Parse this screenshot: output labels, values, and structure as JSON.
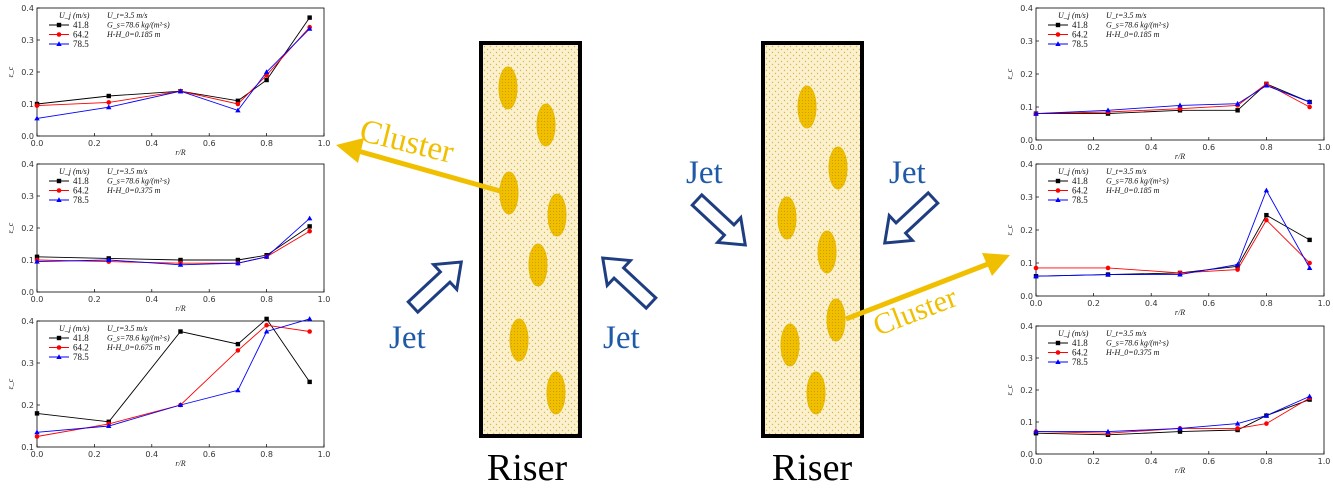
{
  "labels": {
    "riser_left": "Riser",
    "riser_right": "Riser",
    "cluster_left": "Cluster",
    "cluster_right": "Cluster",
    "jet_left_bottom_l": "Jet",
    "jet_left_bottom_r": "Jet",
    "jet_right_top_l": "Jet",
    "jet_right_top_r": "Jet"
  },
  "colors": {
    "arrow_gold": "#f0c000",
    "jet_blue": "#1e5aa8",
    "arrow_outline": "#1f3e82",
    "riser_fill": "#fbf1cf",
    "particle": "#f0c000",
    "series": [
      "#000000",
      "#ff0000",
      "#0000ff"
    ]
  },
  "chart_data": [
    {
      "type": "line",
      "panel": "left-top",
      "xlabel": "r/R",
      "ylabel": "ε_c",
      "xlim": [
        0.0,
        1.0
      ],
      "ylim": [
        0.0,
        0.4
      ],
      "xticks": [
        "0.0",
        "0.2",
        "0.4",
        "0.6",
        "0.8",
        "1.0"
      ],
      "yticks": [
        "0.0",
        "0.1",
        "0.2",
        "0.3",
        "0.4"
      ],
      "legend_title": "U_j (m/s)",
      "annotations": [
        "U_t=3.5 m/s",
        "G_s=78.6 kg/(m²·s)",
        "H-H_0=0.185 m"
      ],
      "x": [
        0.0,
        0.25,
        0.5,
        0.7,
        0.8,
        0.95
      ],
      "series": [
        {
          "name": "41.8",
          "values": [
            0.1,
            0.125,
            0.14,
            0.11,
            0.175,
            0.37
          ]
        },
        {
          "name": "64.2",
          "values": [
            0.095,
            0.105,
            0.14,
            0.1,
            0.19,
            0.34
          ]
        },
        {
          "name": "78.5",
          "values": [
            0.055,
            0.09,
            0.14,
            0.08,
            0.2,
            0.335
          ]
        }
      ]
    },
    {
      "type": "line",
      "panel": "left-middle",
      "xlabel": "r/R",
      "ylabel": "ε_c",
      "xlim": [
        0.0,
        1.0
      ],
      "ylim": [
        0.0,
        0.4
      ],
      "xticks": [
        "0.0",
        "0.2",
        "0.4",
        "0.6",
        "0.8",
        "1.0"
      ],
      "yticks": [
        "0.0",
        "0.1",
        "0.2",
        "0.3",
        "0.4"
      ],
      "legend_title": "U_j (m/s)",
      "annotations": [
        "U_t=3.5 m/s",
        "G_s=78.6 kg/(m²·s)",
        "H-H_0=0.375 m"
      ],
      "x": [
        0.0,
        0.25,
        0.5,
        0.7,
        0.8,
        0.95
      ],
      "series": [
        {
          "name": "41.8",
          "values": [
            0.11,
            0.105,
            0.1,
            0.1,
            0.115,
            0.205
          ]
        },
        {
          "name": "64.2",
          "values": [
            0.1,
            0.095,
            0.09,
            0.09,
            0.11,
            0.19
          ]
        },
        {
          "name": "78.5",
          "values": [
            0.095,
            0.1,
            0.085,
            0.09,
            0.11,
            0.23
          ]
        }
      ]
    },
    {
      "type": "line",
      "panel": "left-bottom",
      "xlabel": "r/R",
      "ylabel": "ε_c",
      "xlim": [
        0.0,
        1.0
      ],
      "ylim": [
        0.1,
        0.4
      ],
      "xticks": [
        "0.0",
        "0.2",
        "0.4",
        "0.6",
        "0.8",
        "1.0"
      ],
      "yticks": [
        "0.1",
        "0.2",
        "0.3",
        "0.4"
      ],
      "legend_title": "U_j (m/s)",
      "annotations": [
        "U_t=3.5 m/s",
        "G_s=78.6 kg/(m²·s)",
        "H-H_0=0.675 m"
      ],
      "x": [
        0.0,
        0.25,
        0.5,
        0.7,
        0.8,
        0.95
      ],
      "series": [
        {
          "name": "41.8",
          "values": [
            0.18,
            0.16,
            0.375,
            0.345,
            0.405,
            0.255
          ]
        },
        {
          "name": "64.2",
          "values": [
            0.125,
            0.155,
            0.2,
            0.33,
            0.39,
            0.375
          ]
        },
        {
          "name": "78.5",
          "values": [
            0.135,
            0.15,
            0.2,
            0.235,
            0.375,
            0.405
          ]
        }
      ]
    },
    {
      "type": "line",
      "panel": "right-top",
      "xlabel": "r/R",
      "ylabel": "ε_c",
      "xlim": [
        0.0,
        1.0
      ],
      "ylim": [
        0.0,
        0.4
      ],
      "xticks": [
        "0.0",
        "0.2",
        "0.4",
        "0.6",
        "0.8",
        "1.0"
      ],
      "yticks": [
        "0.0",
        "0.1",
        "0.2",
        "0.3",
        "0.4"
      ],
      "legend_title": "U_j (m/s)",
      "annotations": [
        "U_t=3.5 m/s",
        "G_s=78.6 kg/(m²·s)",
        "H-H_0=0.185 m"
      ],
      "x": [
        0.0,
        0.25,
        0.5,
        0.7,
        0.8,
        0.95
      ],
      "series": [
        {
          "name": "41.8",
          "values": [
            0.08,
            0.08,
            0.09,
            0.09,
            0.17,
            0.115
          ]
        },
        {
          "name": "64.2",
          "values": [
            0.08,
            0.085,
            0.095,
            0.105,
            0.17,
            0.1
          ]
        },
        {
          "name": "78.5",
          "values": [
            0.08,
            0.09,
            0.105,
            0.11,
            0.165,
            0.115
          ]
        }
      ]
    },
    {
      "type": "line",
      "panel": "right-middle",
      "xlabel": "r/R",
      "ylabel": "ε_c",
      "xlim": [
        0.0,
        1.0
      ],
      "ylim": [
        0.0,
        0.4
      ],
      "xticks": [
        "0.0",
        "0.2",
        "0.4",
        "0.6",
        "0.8",
        "1.0"
      ],
      "yticks": [
        "0.0",
        "0.1",
        "0.2",
        "0.3",
        "0.4"
      ],
      "legend_title": "U_j (m/s)",
      "annotations": [
        "U_t=3.5 m/s",
        "G_s=78.6 kg/(m²·s)",
        "H-H_0=0.185 m"
      ],
      "x": [
        0.0,
        0.25,
        0.5,
        0.7,
        0.8,
        0.95
      ],
      "series": [
        {
          "name": "41.8",
          "values": [
            0.06,
            0.065,
            0.07,
            0.09,
            0.245,
            0.17
          ]
        },
        {
          "name": "64.2",
          "values": [
            0.085,
            0.085,
            0.07,
            0.08,
            0.23,
            0.1
          ]
        },
        {
          "name": "78.5",
          "values": [
            0.06,
            0.065,
            0.065,
            0.095,
            0.32,
            0.085
          ]
        }
      ]
    },
    {
      "type": "line",
      "panel": "right-bottom",
      "xlabel": "r/R",
      "ylabel": "ε_c",
      "xlim": [
        0.0,
        1.0
      ],
      "ylim": [
        0.0,
        0.4
      ],
      "xticks": [
        "0.0",
        "0.2",
        "0.4",
        "0.6",
        "0.8",
        "1.0"
      ],
      "yticks": [
        "0.0",
        "0.1",
        "0.2",
        "0.3",
        "0.4"
      ],
      "legend_title": "U_j (m/s)",
      "annotations": [
        "U_t=3.5 m/s",
        "G_s=78.6 kg/(m²·s)",
        "H-H_0=0.375 m"
      ],
      "x": [
        0.0,
        0.25,
        0.5,
        0.7,
        0.8,
        0.95
      ],
      "series": [
        {
          "name": "41.8",
          "values": [
            0.065,
            0.06,
            0.07,
            0.075,
            0.12,
            0.17
          ]
        },
        {
          "name": "64.2",
          "values": [
            0.07,
            0.065,
            0.08,
            0.08,
            0.095,
            0.175
          ]
        },
        {
          "name": "78.5",
          "values": [
            0.07,
            0.07,
            0.08,
            0.095,
            0.12,
            0.18
          ]
        }
      ]
    }
  ]
}
